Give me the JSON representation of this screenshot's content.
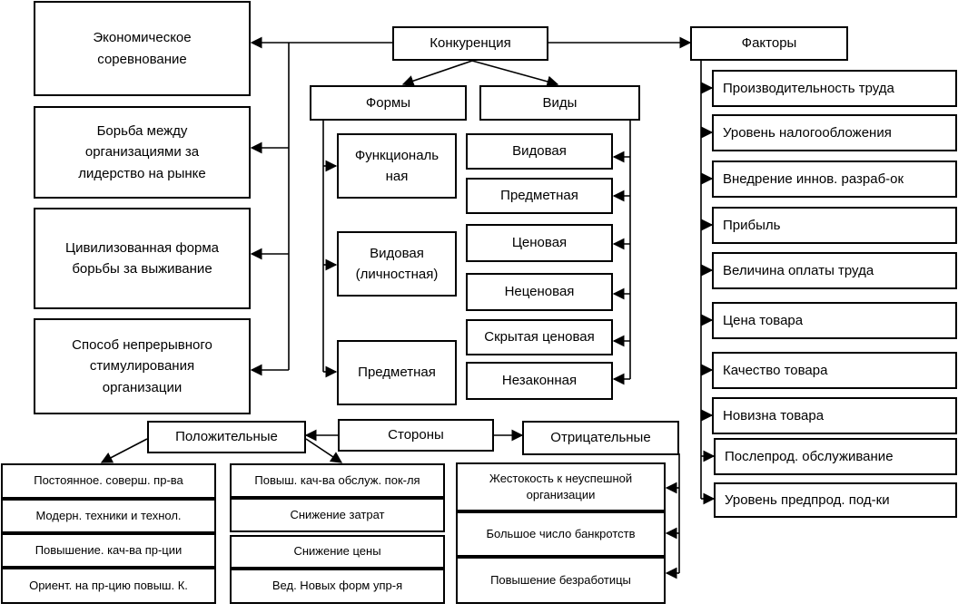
{
  "center": {
    "root": "Конкуренция",
    "forms": "Формы",
    "kinds": "Виды",
    "factors": "Факторы",
    "sides": "Стороны",
    "positive": "Положительные",
    "negative": "Отрицательные"
  },
  "definitions": [
    "Экономическое соревнование",
    "Борьба между организациями за лидерство на рынке",
    "Цивилизованная форма борьбы за выживание",
    "Способ непрерывного стимулирования организации"
  ],
  "forms_items": [
    "Функциональ ная",
    "Видовая (личностная)",
    "Предметная"
  ],
  "kinds_items": [
    "Видовая",
    "Предметная",
    "Ценовая",
    "Неценовая",
    "Скрытая ценовая",
    "Незаконная"
  ],
  "factors_items": [
    "Производительность труда",
    "Уровень налогообложения",
    "Внедрение иннов. разраб-ок",
    "Прибыль",
    "Величина оплаты труда",
    "Цена товара",
    "Качество товара",
    "Новизна товара",
    "Послепрод. обслуживание",
    "Уровень предпрод. под-ки"
  ],
  "positive_left": [
    "Постоянное. соверш. пр-ва",
    "Модерн. техники и технол.",
    "Повышение. кач-ва пр-ции",
    "Ориент. на пр-цию повыш. К."
  ],
  "positive_right": [
    "Повыш. кач-ва обслуж. пок-ля",
    "Снижение затрат",
    "Снижение цены",
    "Вед. Новых форм упр-я"
  ],
  "negative_items": [
    "Жестокость к неуспешной организации",
    "Большое число банкротств",
    "Повышение безработицы"
  ]
}
